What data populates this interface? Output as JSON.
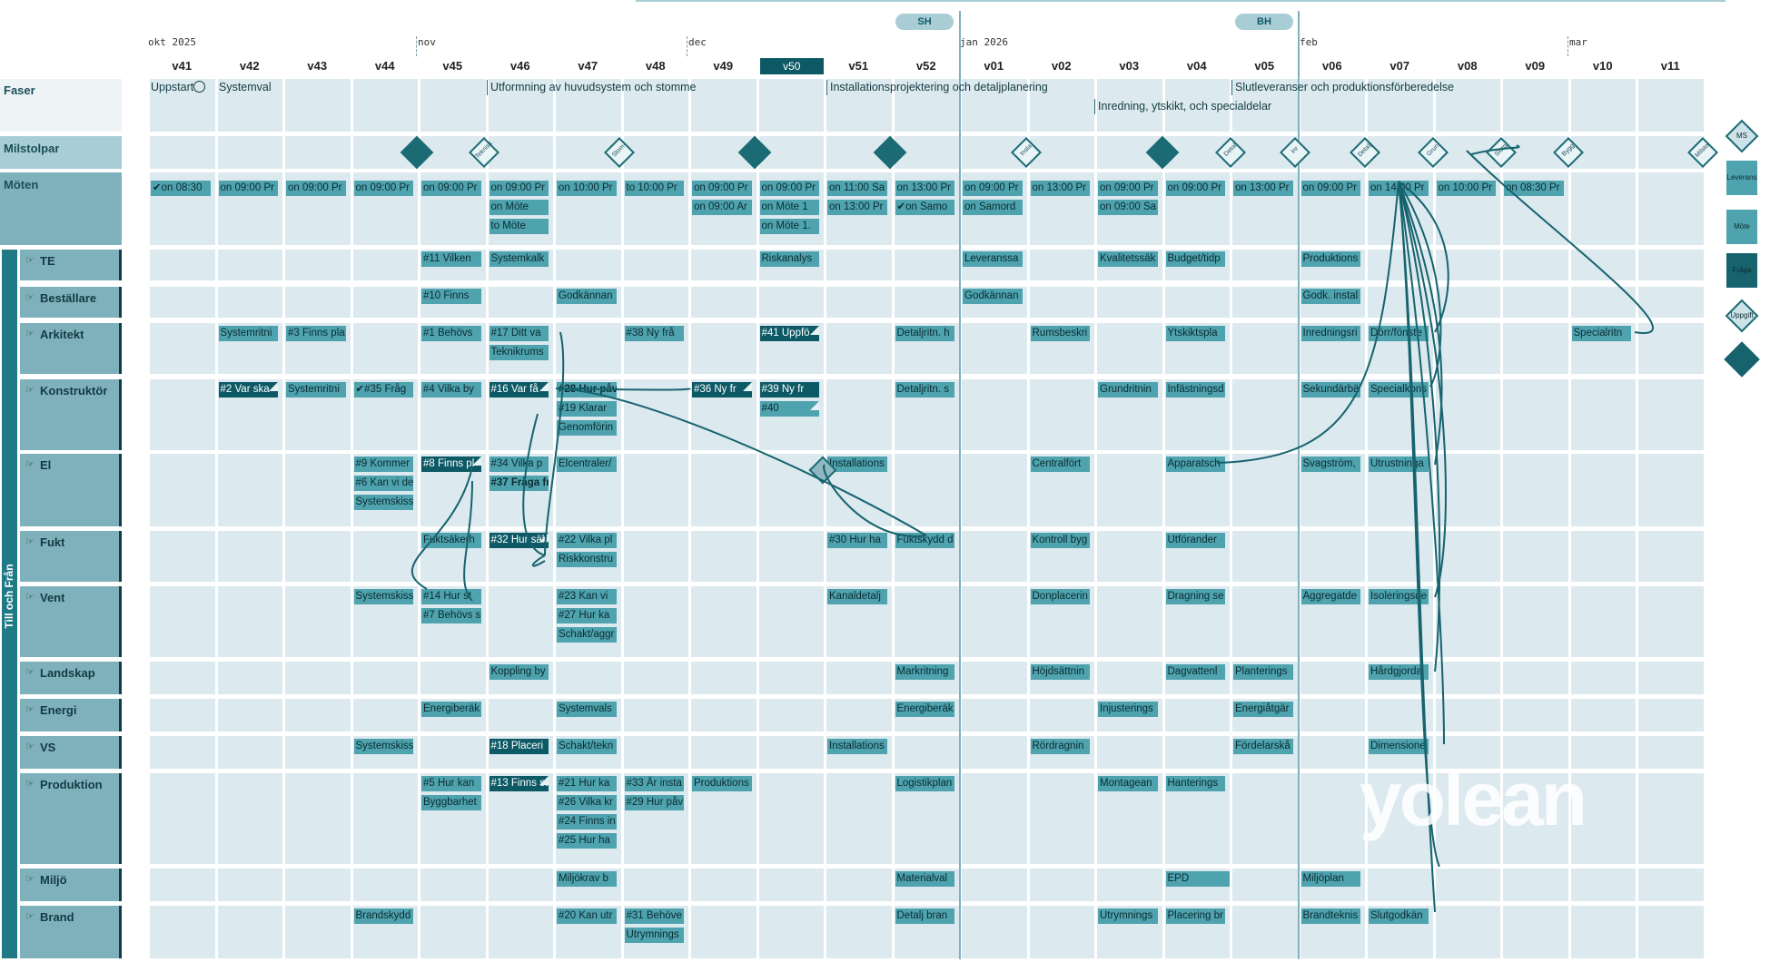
{
  "months": [
    "okt 2025",
    "nov",
    "dec",
    "jan 2026",
    "feb",
    "mar"
  ],
  "weeks": [
    "v41",
    "v42",
    "v43",
    "v44",
    "v45",
    "v46",
    "v47",
    "v48",
    "v49",
    "v50",
    "v51",
    "v52",
    "v01",
    "v02",
    "v03",
    "v04",
    "v05",
    "v06",
    "v07",
    "v08",
    "v09",
    "v10",
    "v11"
  ],
  "current_week": "v50",
  "holidays": [
    "SH",
    "BH"
  ],
  "row_headers": {
    "faser": "Faser",
    "milstolpar": "Milstolpar",
    "moten": "Möten",
    "group": "Till och Från"
  },
  "swimlanes": [
    "TE",
    "Beställare",
    "Arkitekt",
    "Konstruktör",
    "El",
    "Fukt",
    "Vent",
    "Landskap",
    "Energi",
    "VS",
    "Produktion",
    "Miljö",
    "Brand"
  ],
  "phases": [
    "Uppstart",
    "Systemval",
    "Utformning av huvudsystem och stomme",
    "Installationsprojektering och detaljplanering",
    "Inredning, ytskikt, och specialdelar",
    "Slutleveranser och produktionsförberedelse"
  ],
  "milestones": [
    "Teknisk",
    "Stom-",
    "Insta",
    "Detal",
    "Inr",
    "Detalj",
    "Grun",
    "Slutg",
    "Bygg",
    "Milstol"
  ],
  "meetings": [
    "✔on 08:30",
    "on 09:00 Pr",
    "on 09:00 Pr",
    "on 09:00 Pr",
    "on 09:00 Pr",
    "on 09:00 Pr",
    "on Möte",
    "to Möte",
    "on 10:00 Pr",
    "to 10:00 Pr",
    "on 09:00 Pr",
    "on 09:00 Ar",
    "on 09:00 Pr",
    "on Möte 1",
    "on Möte 1.",
    "on 11:00 Sa",
    "on 13:00 Pr",
    "on 13:00 Pr",
    "✔on Samo",
    "on 09:00 Pr",
    "on Samord",
    "on 13:00 Pr",
    "on 09:00 Pr",
    "on 09:00 Sa",
    "on 09:00 Pr",
    "on 13:00 Pr",
    "on 09:00 Pr",
    "on 14:00 Pr",
    "on 10:00 Pr",
    "on 08:30 Pr"
  ],
  "cards": [
    "#11 Vilken",
    "Systemkalk",
    "Riskanalys",
    "Leveranssa",
    "Kvalitetssäk",
    "Budget/tidp",
    "Produktions",
    "#10 Finns",
    "Godkännan",
    "Godkännan",
    "Godk. instal",
    "Systemritni",
    "#3 Finns pla",
    "#1 Behövs",
    "#17 Ditt va",
    "Teknikrums",
    "#38 Ny frå",
    "#41 Uppfö",
    "Detaljritn. h",
    "Rumsbeskri",
    "Ytskiktspla",
    "Inredningsri",
    "Dörr/fönste",
    "Specialritn",
    "#2 Var ska",
    "Systemritni",
    "✔#35 Fråg",
    "#4 Vilka by",
    "#16 Var få",
    "#28 Hur påv",
    "#19 Klarar",
    "Genomförin",
    "#36 Ny fr",
    "#39 Ny fr",
    "#40",
    "Detaljritn. s",
    "Grundritnin",
    "Infästningsd",
    "Sekundärbä",
    "Specialkons",
    "#9 Kommer",
    "#6 Kan vi de",
    "Systemskiss",
    "#8 Finns pl",
    "#34 Vilka p",
    "#37 Fråga fr",
    "Elcentraler/",
    "Installations",
    "Centralfört",
    "Apparatsch",
    "Svagström,",
    "Utrustninga",
    "Fuktsäkerh",
    "#32 Hur säk",
    "#22 Vilka pl",
    "Riskkonstru",
    "#30 Hur ha",
    "Fuktskydd d",
    "Kontroll byg",
    "Utförander",
    "Systemskiss",
    "#14 Hur st",
    "#7 Behövs s",
    "#23 Kan vi",
    "#27 Hur ka",
    "Schakt/aggr",
    "Kanaldetalj",
    "Donplacerin",
    "Dragning se",
    "Aggregatde",
    "Isoleringsde",
    "Koppling by",
    "Markritning",
    "Höjdsättnin",
    "Dagvattenl",
    "Planterings",
    "Hårdgjorda",
    "Energiberäk",
    "Systemvals",
    "Energiberäk",
    "Injusterings",
    "Energiåtgär",
    "Systemskiss",
    "#18 Placeri",
    "Schakt/tekn",
    "Installations",
    "Rördragnin",
    "Fördelarskå",
    "Dimensione",
    "#5 Hur kan",
    "Byggbarhet",
    "#13 Finns st",
    "#21 Hur ka",
    "#26 Vilka kr",
    "#24 Finns in",
    "#25 Hur ha",
    "#33 Är insta",
    "#29 Hur påv",
    "Produktions",
    "Logistikplan",
    "Montagean",
    "Hanterings",
    "Miljökrav b",
    "Materialval",
    "EPD",
    "Miljöplan",
    "Brandskydd",
    "#20 Kan utr",
    "#31 Behöve",
    "Utrymnings",
    "Detalj bran",
    "Utrymnings",
    "Placering br",
    "Brandteknis",
    "Slutgodkän"
  ],
  "legend": [
    "MS",
    "Leverans",
    "Möte",
    "Fråga",
    "Uppgift",
    ""
  ],
  "watermark": "yolean",
  "colors": {
    "card": "#4ea3ae",
    "card_dark": "#0d5a66",
    "lane": "#dce9ee",
    "header": "#7fb1bd",
    "accent": "#1f7a86"
  }
}
